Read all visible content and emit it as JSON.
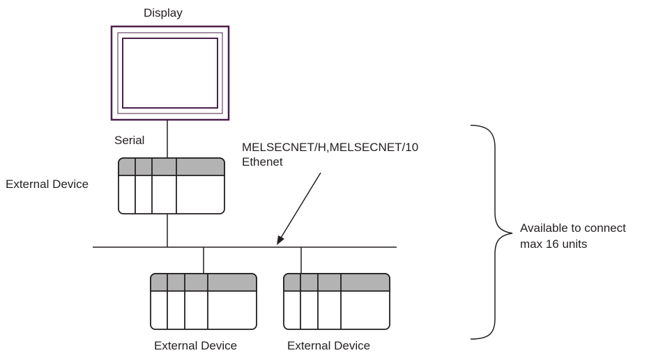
{
  "labels": {
    "display": "Display",
    "serial": "Serial",
    "network_line1": "MELSECNET/H,MELSECNET/10",
    "network_line2": "Ethenet",
    "external_device_top": "External Device",
    "external_device_bottom_left": "External Device",
    "external_device_bottom_right": "External Device",
    "note_line1": "Available to connect",
    "note_line2": "max 16 units"
  },
  "colors": {
    "frame_purple": "#4a1f4a",
    "module_gray": "#b3b3b3",
    "line": "#231f20"
  }
}
